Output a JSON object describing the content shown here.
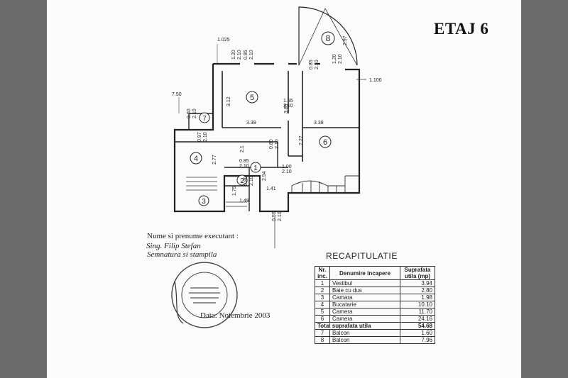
{
  "title": "ETAJ 6",
  "plan": {
    "rooms": [
      "1",
      "2",
      "3",
      "4",
      "5",
      "6",
      "7",
      "8"
    ],
    "dims": [
      "1.025",
      "0.85",
      "2.10",
      "1.20",
      "2.10",
      "0.85",
      "2.10",
      "1.20",
      "2.10",
      "1.100",
      "2.97",
      "7.50",
      "3.12",
      "1.55",
      "2.10",
      "3.89",
      "3.39",
      "3.38",
      "0.60",
      "2.10",
      "0.97",
      "2.10",
      "7.27",
      "2.77",
      "2.1",
      "0.85",
      "2.10",
      "0.80",
      "2.10",
      "1.00",
      "2.10",
      "2.54",
      "1.41",
      "1.75",
      "1.49",
      "0.80",
      "2.10",
      "0.50",
      "2.10"
    ]
  },
  "signature": {
    "label": "Nume si prenume executant :",
    "name": "Sing. Filip Stefan",
    "stamp_label": "Semnatura si stampila",
    "date": "Data: Noiembrie 2003"
  },
  "recap": {
    "title": "RECAPITULATIE",
    "headers": [
      "Nr. inc.",
      "Denumire incapere",
      "Suprafata utila (mp)"
    ],
    "rows": [
      {
        "nr": "1",
        "name": "Vestibul",
        "area": "3.94"
      },
      {
        "nr": "2",
        "name": "Baie cu dus",
        "area": "2.80"
      },
      {
        "nr": "3",
        "name": "Camara",
        "area": "1.98"
      },
      {
        "nr": "4",
        "name": "Bucatarie",
        "area": "10.10"
      },
      {
        "nr": "5",
        "name": "Camera",
        "area": "11.70"
      },
      {
        "nr": "6",
        "name": "Camera",
        "area": "24.16"
      }
    ],
    "total_label": "Total suprafata utila",
    "total_value": "54.68",
    "extra_rows": [
      {
        "nr": "7",
        "name": "Balcon",
        "area": "1.60"
      },
      {
        "nr": "8",
        "name": "Balcon",
        "area": "7.96"
      }
    ]
  }
}
